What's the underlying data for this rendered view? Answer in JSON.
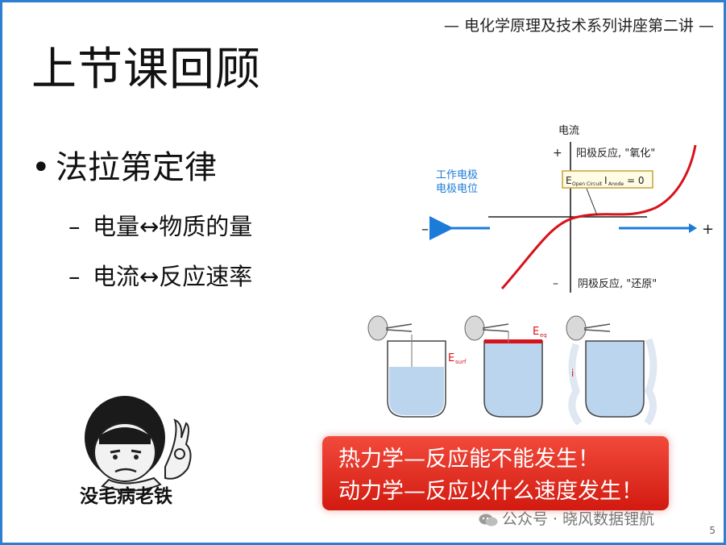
{
  "header": {
    "series_title": "— 电化学原理及技术系列讲座第二讲 —"
  },
  "slide": {
    "title": "上节课回顾",
    "bullet": {
      "marker": "•",
      "text": "法拉第定律"
    },
    "sub_bullets": [
      {
        "marker": "–",
        "text": "电量↔物质的量"
      },
      {
        "marker": "–",
        "text": "电流↔反应速率"
      }
    ]
  },
  "polarization_curve": {
    "y_axis_label": "电流",
    "x_axis_label_line1": "工作电极",
    "x_axis_label_line2": "电极电位",
    "plus_y": "+",
    "minus_y": "–",
    "minus_x": "–",
    "plus_x": "+",
    "anodic_label": "阳极反应, \"氧化\"",
    "cathodic_label": "阴极反应, \"还原\"",
    "box_E": "E",
    "box_E_sub": "Open Circuit",
    "box_I": "I",
    "box_I_sub": "Anode",
    "box_tail": "= 0",
    "colors": {
      "curve": "#d8121b",
      "arrows": "#1b7bd8",
      "box_border": "#c7a23a",
      "box_fill": "#fffbe5"
    }
  },
  "beakers": {
    "label_surf_main": "E",
    "label_surf_sub": "surf",
    "label_eq_main": "E",
    "label_eq_sub": "eq",
    "label_i": "i",
    "colors": {
      "liquid": "#bcd5ee",
      "red": "#d8121b"
    }
  },
  "meme": {
    "caption": "没毛病老铁"
  },
  "callout": {
    "line1": "热力学—反应能不能发生！",
    "line2": "动力学—反应以什么速度发生！",
    "colors": {
      "top": "#f24a3c",
      "bottom": "#d21a10"
    }
  },
  "watermark": {
    "icon": "wechat-icon",
    "text": "公众号 · 晓风数据锂航"
  },
  "footer": {
    "page_number": "5"
  }
}
